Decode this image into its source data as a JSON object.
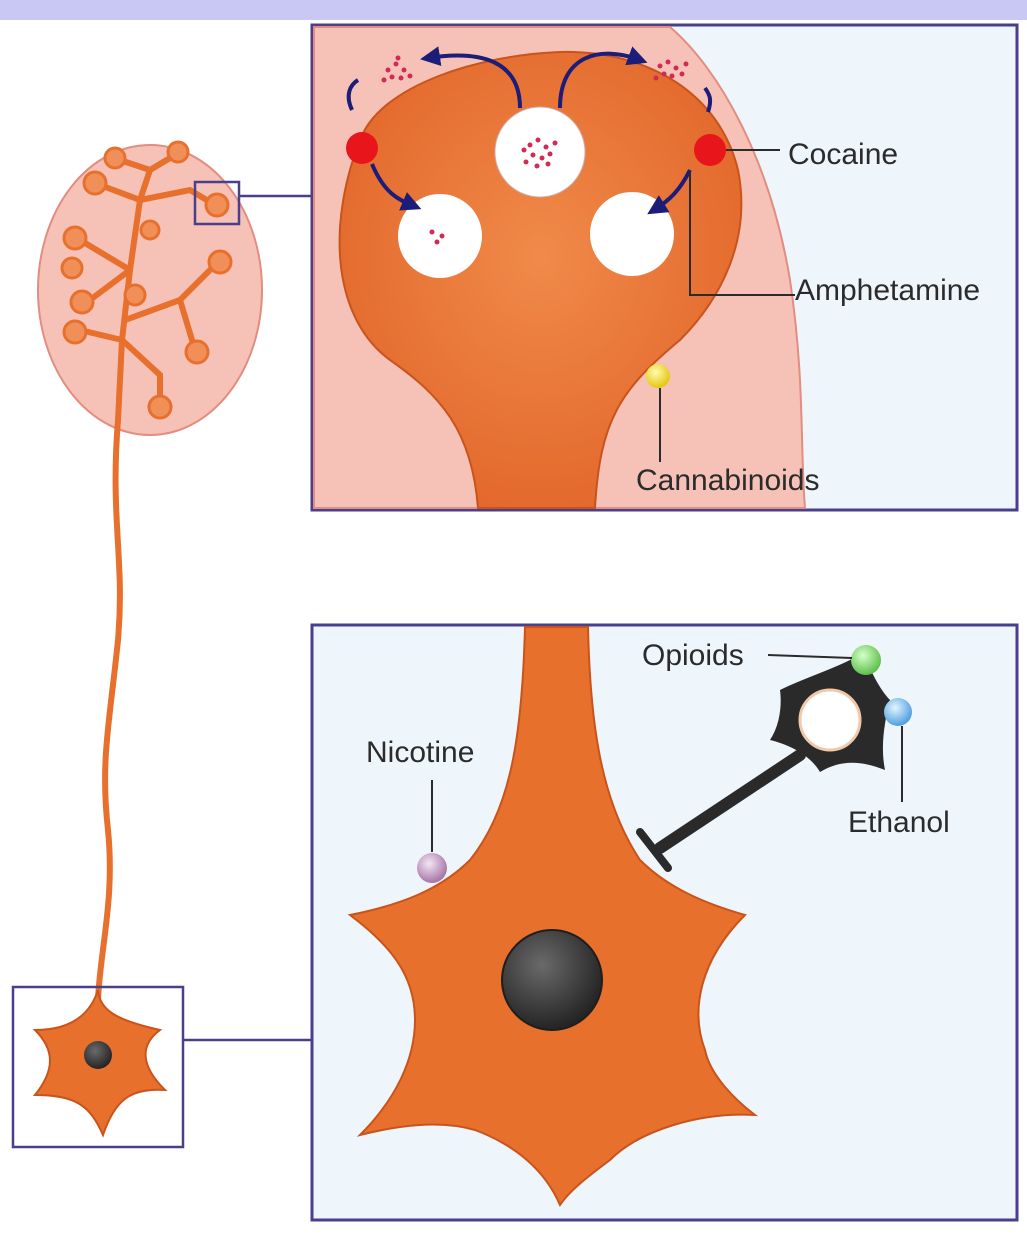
{
  "diagram": {
    "labels": {
      "cocaine": "Cocaine",
      "amphetamine": "Amphetamine",
      "cannabinoids": "Cannabinoids",
      "opioids": "Opioids",
      "nicotine": "Nicotine",
      "ethanol": "Ethanol"
    },
    "colors": {
      "top_band": "#c9c8f4",
      "panel_border": "#4a3f8c",
      "panel_bg": "#eef5fb",
      "neuron_fill": "#e8702d",
      "neuron_stroke": "#c9531a",
      "terminal_bg": "#f6c2b8",
      "vesicle": "#ffffff",
      "transporter_red": "#e8161b",
      "cannabinoid_yellow": "#f4e21a",
      "nicotine_purple": "#c9a4c8",
      "opioid_green": "#8ee07a",
      "ethanol_blue": "#8fc8f2",
      "interneuron": "#2a2a2a",
      "arrow_blue": "#1c1d78",
      "nucleus": "#3a3a3a"
    }
  }
}
